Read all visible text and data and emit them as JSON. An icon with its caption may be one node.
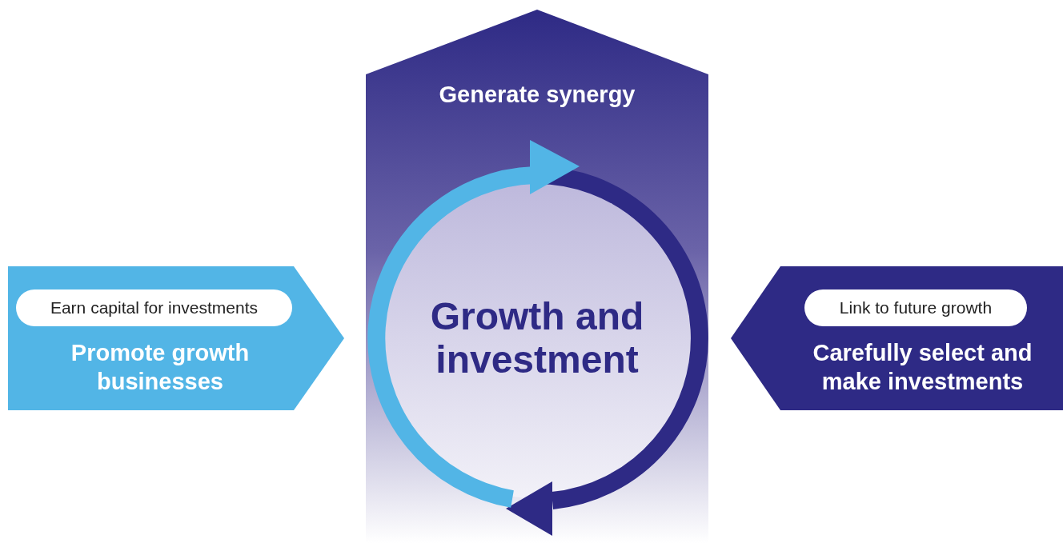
{
  "diagram": {
    "nodes": [
      {
        "text": [
          "Promote growth businesses"
        ]
      },
      {
        "text": [
          "Earn capital for investments"
        ],
        "in": 0
      },
      {
        "text": [
          "Carefully select and make investments"
        ]
      },
      {
        "text": [
          "Link to future growth"
        ],
        "in": 2
      },
      {
        "text": [
          "Generate synergy"
        ]
      },
      {
        "text": [
          "Growth and investment"
        ],
        "in": 4
      }
    ],
    "edges": []
  }
}
